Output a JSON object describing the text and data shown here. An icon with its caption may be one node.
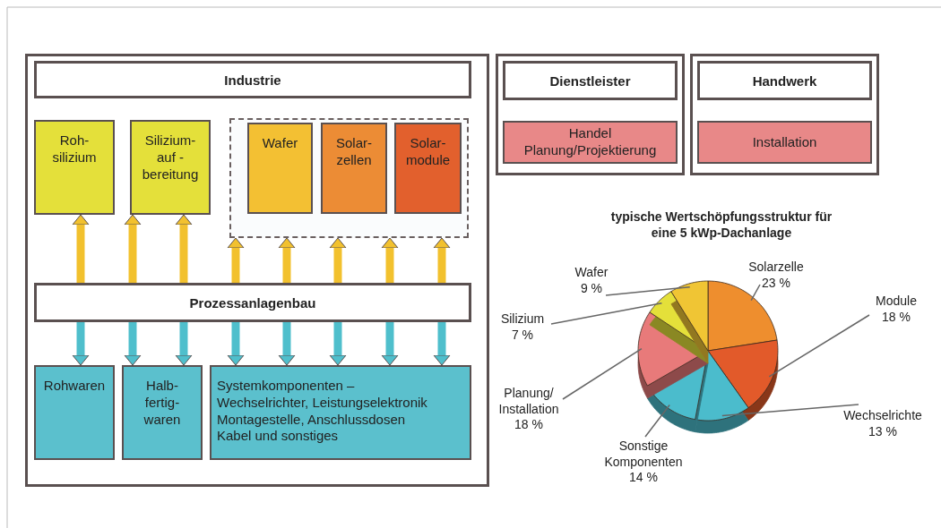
{
  "diagram": {
    "nodes": [
      {
        "text": [],
        "shape": "box"
      },
      {
        "text": [
          "Industrie"
        ],
        "in": 0
      },
      {
        "text": [
          "Roh- silizium"
        ],
        "in": 0
      },
      {
        "text": [
          "Silizium- auf - bereitung"
        ],
        "in": 0
      },
      {
        "text": [],
        "shape": "box",
        "in": 0
      },
      {
        "text": [
          "Wafer"
        ],
        "in": 4
      },
      {
        "text": [
          "Solar- zellen"
        ],
        "in": 4
      },
      {
        "text": [
          "Solar- module"
        ],
        "in": 4
      },
      {
        "text": [
          "Prozessanlagenbau"
        ],
        "in": 0
      },
      {
        "text": [
          "Rohwaren"
        ],
        "in": 0
      },
      {
        "text": [
          "Halb- fertig- waren"
        ],
        "in": 0
      },
      {
        "text": [
          "Systemkomponenten – Wechselrichter, Leistungselektronik Montagestelle, Anschlussdosen Kabel und sonstiges"
        ],
        "in": 0
      },
      {
        "text": [],
        "shape": "box"
      },
      {
        "text": [
          "Dienstleister"
        ],
        "in": 12
      },
      {
        "text": [
          "Handel Planung/Projektierung"
        ],
        "in": 12
      },
      {
        "text": [],
        "shape": "box"
      },
      {
        "text": [
          "Handwerk"
        ],
        "in": 15
      },
      {
        "text": [
          "Installation"
        ],
        "in": 15
      }
    ],
    "edges": [
      {
        "from": 8,
        "to": 2,
        "arrow": "to",
        "color": "#f2c12e"
      },
      {
        "from": 8,
        "to": 3,
        "arrow": "to",
        "color": "#f2c12e"
      },
      {
        "from": 8,
        "to": 3,
        "arrow": "to",
        "color": "#f2c12e"
      },
      {
        "from": 8,
        "to": 4,
        "arrow": "to",
        "color": "#f2c12e"
      },
      {
        "from": 8,
        "to": 4,
        "arrow": "to",
        "color": "#f2c12e"
      },
      {
        "from": 8,
        "to": 4,
        "arrow": "to",
        "color": "#f2c12e"
      },
      {
        "from": 8,
        "to": 4,
        "arrow": "to",
        "color": "#f2c12e"
      },
      {
        "from": 8,
        "to": 4,
        "arrow": "to",
        "color": "#f2c12e"
      },
      {
        "from": 8,
        "to": 9,
        "arrow": "to",
        "color": "#4fbfcc"
      },
      {
        "from": 8,
        "to": 10,
        "arrow": "to",
        "color": "#4fbfcc"
      },
      {
        "from": 8,
        "to": 10,
        "arrow": "to",
        "color": "#4fbfcc"
      },
      {
        "from": 8,
        "to": 11,
        "arrow": "to",
        "color": "#4fbfcc"
      },
      {
        "from": 8,
        "to": 11,
        "arrow": "to",
        "color": "#4fbfcc"
      },
      {
        "from": 8,
        "to": 11,
        "arrow": "to",
        "color": "#4fbfcc"
      },
      {
        "from": 8,
        "to": 11,
        "arrow": "to",
        "color": "#4fbfcc"
      },
      {
        "from": 8,
        "to": 11,
        "arrow": "to",
        "color": "#4fbfcc"
      }
    ],
    "chart_data": {
      "type": "pie",
      "title": "typische Wertschöpfungsstruktur für eine 5 kWp-Dachanlage",
      "categories": [
        "Solarzelle",
        "Module",
        "Wechselrichte",
        "Sonstige Komponenten",
        "Planung/ Installation",
        "Silizium",
        "Wafer"
      ],
      "values": [
        23,
        18,
        13,
        14,
        18,
        7,
        9
      ],
      "value_labels": [
        "23 %",
        "18 %",
        "13 %",
        "14 %",
        "18 %",
        "7 %",
        "9 %"
      ]
    }
  }
}
